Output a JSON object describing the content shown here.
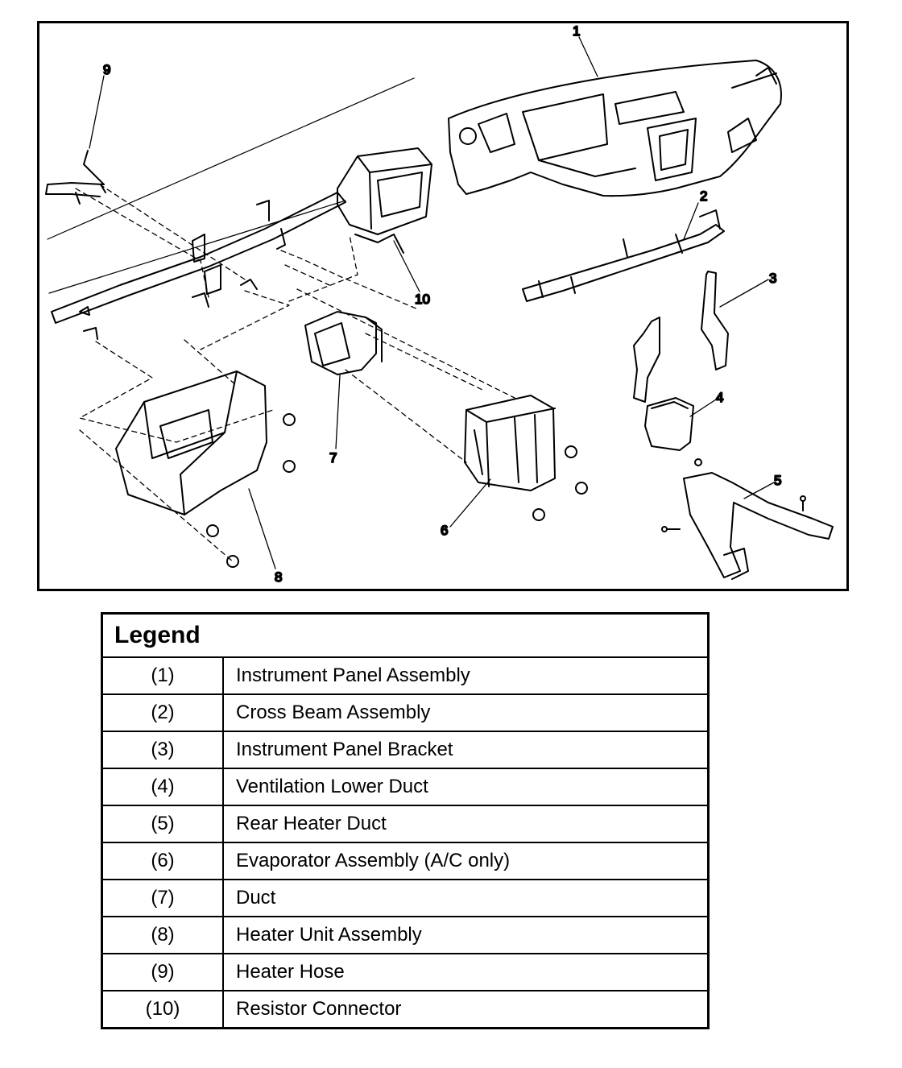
{
  "diagram": {
    "callouts": [
      "1",
      "2",
      "3",
      "4",
      "5",
      "6",
      "7",
      "8",
      "9",
      "10"
    ]
  },
  "legend": {
    "title": "Legend",
    "rows": [
      {
        "num": "(1)",
        "desc": "Instrument Panel Assembly"
      },
      {
        "num": "(2)",
        "desc": "Cross Beam Assembly"
      },
      {
        "num": "(3)",
        "desc": "Instrument Panel Bracket"
      },
      {
        "num": "(4)",
        "desc": "Ventilation Lower Duct"
      },
      {
        "num": "(5)",
        "desc": "Rear Heater Duct"
      },
      {
        "num": "(6)",
        "desc": "Evaporator Assembly (A/C only)"
      },
      {
        "num": "(7)",
        "desc": "Duct"
      },
      {
        "num": "(8)",
        "desc": "Heater Unit Assembly"
      },
      {
        "num": "(9)",
        "desc": "Heater Hose"
      },
      {
        "num": "(10)",
        "desc": "Resistor Connector"
      }
    ]
  }
}
